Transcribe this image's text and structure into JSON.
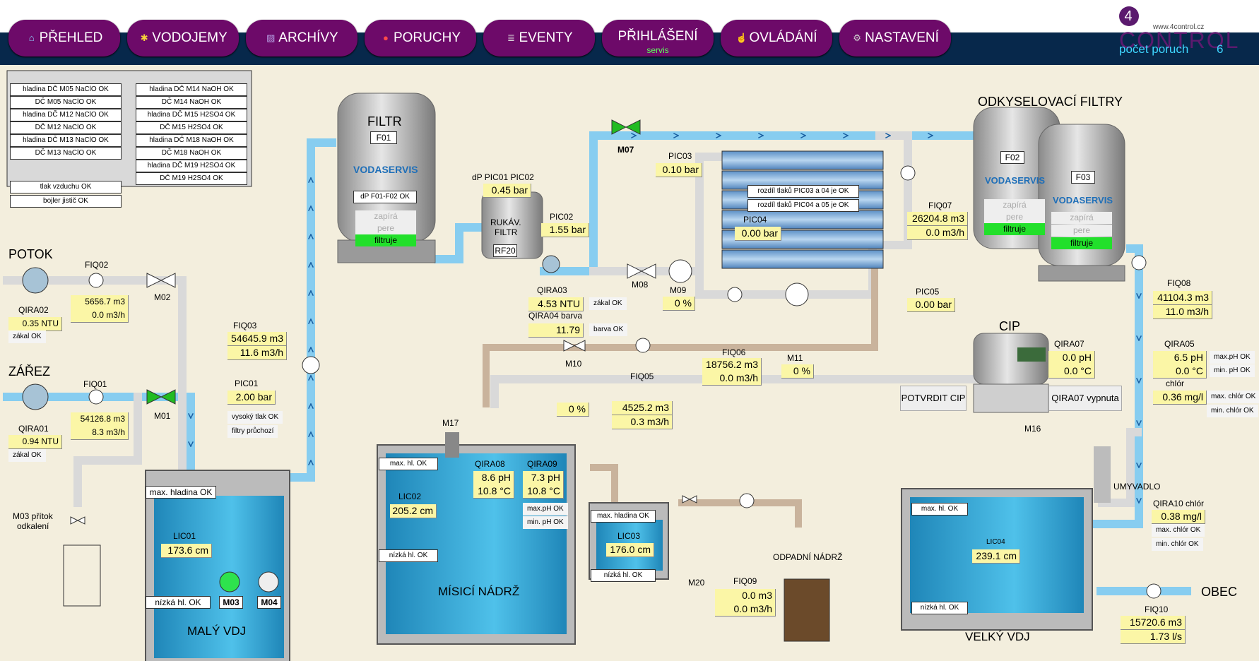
{
  "nav": [
    {
      "label": "PŘEHLED",
      "icon": "home-icon",
      "sub": ""
    },
    {
      "label": "VODOJEMY",
      "icon": "drops-icon",
      "sub": ""
    },
    {
      "label": "ARCHÍVY",
      "icon": "chart-icon",
      "sub": ""
    },
    {
      "label": "PORUCHY",
      "icon": "alarm-icon",
      "sub": ""
    },
    {
      "label": "EVENTY",
      "icon": "list-icon",
      "sub": ""
    },
    {
      "label": "PŘIHLÁŠENÍ",
      "icon": "",
      "sub": "servis"
    },
    {
      "label": "OVLÁDÁNÍ",
      "icon": "hand-icon",
      "sub": ""
    },
    {
      "label": "NASTAVENÍ",
      "icon": "gear-icon",
      "sub": ""
    }
  ],
  "logo": {
    "num": "4",
    "text": "CONTROL",
    "url": "www.4control.cz"
  },
  "faults": {
    "label": "počet poruch",
    "count": "6"
  },
  "alarms": {
    "left": [
      "hladina DČ M05 NaClO OK",
      "DČ M05 NaClO OK",
      "hladina DČ M12 NaClO OK",
      "DČ M12 NaClO OK",
      "hladina DČ M13 NaClO OK",
      "DČ M13 NaClO OK"
    ],
    "left2": [
      "tlak vzduchu OK",
      "bojler jistič OK"
    ],
    "right": [
      "hladina DČ M14 NaOH OK",
      "DČ M14 NaOH OK",
      "hladina DČ M15 H2SO4 OK",
      "DČ M15 H2SO4 OK",
      "hladina DČ M18 NaOH OK",
      "DČ M18 NaOH OK",
      "hladina DČ M19 H2SO4 OK",
      "DČ M19 H2SO4 OK"
    ]
  },
  "potok": {
    "title": "POTOK",
    "fiq02": "FIQ02",
    "fiq02_vol": "5656.7 m3",
    "fiq02_flow": "0.0 m3/h",
    "m02": "M02",
    "qira02": "QIRA02",
    "qira02_val": "0.35 NTU",
    "qira02_st": "zákal OK"
  },
  "zarez": {
    "title": "ZÁŘEZ",
    "fiq01": "FIQ01",
    "fiq01_vol": "54126.8 m3",
    "fiq01_flow": "8.3 m3/h",
    "m01": "M01",
    "qira01": "QIRA01",
    "qira01_val": "0.94 NTU",
    "qira01_st": "zákal OK"
  },
  "m03": {
    "label1": "M03 přítok",
    "label2": "odkalení"
  },
  "maly_vdj": {
    "title": "MALÝ VDJ",
    "max": "max. hladina OK",
    "min": "nízká hl. OK",
    "lic01": "LIC01",
    "lic01_val": "173.6 cm",
    "m03": "M03",
    "m04": "M04"
  },
  "fiq03": {
    "label": "FIQ03",
    "vol": "54645.9 m3",
    "flow": "11.6 m3/h"
  },
  "pic01": {
    "label": "PIC01",
    "val": "2.00 bar",
    "st1": "vysoký tlak OK",
    "st2": "filtry průchozí"
  },
  "filtr": {
    "title": "FILTR",
    "id": "F01",
    "brand": "VODASERVIS",
    "dp": "dP F01-F02 OK",
    "s1": "zapírá",
    "s2": "pere",
    "s3": "filtruje"
  },
  "rukav": {
    "l1": "RUKÁV.",
    "l2": "FILTR",
    "id": "RF20"
  },
  "dp_pic": {
    "label": "dP PIC01 PIC02",
    "val": "0.45 bar"
  },
  "pic02": {
    "label": "PIC02",
    "val": "1.55 bar"
  },
  "qira03": {
    "label": "QIRA03",
    "val": "4.53 NTU",
    "st": "zákal OK"
  },
  "qira04": {
    "label": "QIRA04 barva",
    "val": "11.79",
    "st": "barva OK"
  },
  "m07": "M07",
  "m08": "M08",
  "m09": {
    "label": "M09",
    "val": "0 %"
  },
  "pic03": {
    "label": "PIC03",
    "val": "0.10 bar"
  },
  "pic04": {
    "label": "PIC04",
    "val": "0.00 bar"
  },
  "membr": {
    "st1": "rozdíl tlaků PIC03 a 04 je OK",
    "st2": "rozdíl tlaků PIC04 a 05 je OK"
  },
  "fiq06": {
    "label": "FIQ06",
    "vol": "18756.2 m3",
    "flow": "0.0 m3/h"
  },
  "m11": {
    "label": "M11",
    "val": "0 %"
  },
  "pic05": {
    "label": "PIC05",
    "val": "0.00 bar"
  },
  "fiq07": {
    "label": "FIQ07",
    "vol": "26204.8 m3",
    "flow": "0.0 m3/h"
  },
  "odkys": {
    "title": "ODKYSELOVACÍ FILTRY",
    "f02": "F02",
    "f03": "F03",
    "brand": "VODASERVIS",
    "s1": "zapírá",
    "s2": "pere",
    "s3": "filtruje"
  },
  "fiq08": {
    "label": "FIQ08",
    "vol": "41104.3 m3",
    "flow": "11.0 m3/h"
  },
  "cip": {
    "title": "CIP",
    "btn": "POTVRDIT CIP",
    "m16": "M16",
    "qira07": "QIRA07",
    "ph": "0.0 pH",
    "temp": "0.0 °C",
    "off": "QIRA07 vypnuta"
  },
  "qira05": {
    "label": "QIRA05",
    "ph": "6.5 pH",
    "temp": "0.0 °C",
    "maxph": "max.pH OK",
    "minph": "min. pH OK"
  },
  "chlor": {
    "label": "chlór",
    "val": "0.36 mg/l",
    "max": "max. chlór OK",
    "min": "min. chlór OK"
  },
  "m10": {
    "label": "M10",
    "val": "0 %"
  },
  "fiq05": {
    "label": "FIQ05",
    "vol": "4525.2 m3",
    "flow": "0.3 m3/h"
  },
  "misici": {
    "title": "MÍSICÍ NÁDRŽ",
    "m17": "M17",
    "max": "max. hl. OK",
    "min": "nízká hl. OK",
    "qira08": "QIRA08",
    "ph": "8.6 pH",
    "temp": "10.8 °C",
    "lic02": "LIC02",
    "lic02_val": "205.2 cm"
  },
  "qira09": {
    "label": "QIRA09",
    "ph": "7.3 pH",
    "temp": "10.8 °C",
    "maxph": "max.pH OK",
    "minph": "min. pH OK"
  },
  "lic03": {
    "max": "max. hladina OK",
    "min": "nízká hl. OK",
    "label": "LIC03",
    "val": "176.0 cm"
  },
  "m20": "M20",
  "fiq09": {
    "label": "FIQ09",
    "vol": "0.0 m3",
    "flow": "0.0 m3/h"
  },
  "odpad": "ODPADNÍ NÁDRŽ",
  "velky": {
    "title": "VELKÝ VDJ",
    "max": "max. hl. OK",
    "min": "nízká hl. OK",
    "lic04": "LIC04",
    "lic04_val": "239.1 cm"
  },
  "umyv": "UMYVADLO",
  "qira10": {
    "label": "QIRA10 chlór",
    "val": "0.38 mg/l",
    "max": "max. chlór OK",
    "min": "min. chlór OK"
  },
  "obec": "OBEC",
  "fiq10": {
    "label": "FIQ10",
    "vol": "15720.6 m3",
    "flow": "1.73 l/s"
  },
  "colors": {
    "nav_bg": "#07284b",
    "nav_btn": "#6d0a69",
    "pipe_water": "#87cdf0",
    "pipe_empty": "#d9d9d9",
    "pipe_sludge": "#c9b39c",
    "value_bg": "#fbf6a6",
    "fault_text": "#3fd6ff",
    "valve_open": "#22bb22"
  }
}
